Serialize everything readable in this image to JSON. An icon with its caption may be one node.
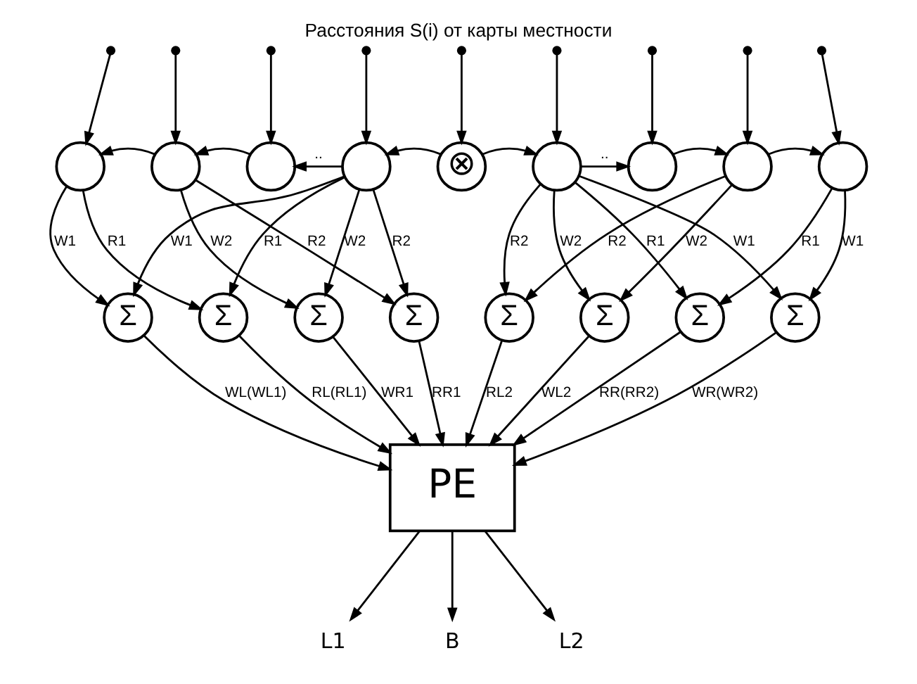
{
  "diagram": {
    "title": "Расстояния S(i) от карты местности",
    "nodes": [
      {
        "text": [],
        "shape": "circle"
      },
      {
        "text": [],
        "shape": "circle"
      },
      {
        "text": [],
        "shape": "circle"
      },
      {
        "text": [],
        "shape": "circle"
      },
      {
        "text": [
          "⊗"
        ]
      },
      {
        "text": [],
        "shape": "circle"
      },
      {
        "text": [],
        "shape": "circle"
      },
      {
        "text": [],
        "shape": "circle"
      },
      {
        "text": [],
        "shape": "circle"
      },
      {
        "text": [
          "Σ"
        ]
      },
      {
        "text": [
          "Σ"
        ]
      },
      {
        "text": [
          "Σ"
        ]
      },
      {
        "text": [
          "Σ"
        ]
      },
      {
        "text": [
          "Σ"
        ]
      },
      {
        "text": [
          "Σ"
        ]
      },
      {
        "text": [
          "Σ"
        ]
      },
      {
        "text": [
          "Σ"
        ]
      },
      {
        "text": [
          "PE"
        ]
      },
      {
        "text": [
          "L1"
        ]
      },
      {
        "text": [
          "B"
        ]
      },
      {
        "text": [
          "L2"
        ]
      }
    ],
    "edges": [
      {
        "from": null,
        "to": 0,
        "arrow": "to"
      },
      {
        "from": null,
        "to": 1,
        "arrow": "to"
      },
      {
        "from": null,
        "to": 2,
        "arrow": "to"
      },
      {
        "from": null,
        "to": 3,
        "arrow": "to"
      },
      {
        "from": null,
        "to": 4,
        "arrow": "to"
      },
      {
        "from": null,
        "to": 5,
        "arrow": "to"
      },
      {
        "from": null,
        "to": 6,
        "arrow": "to"
      },
      {
        "from": null,
        "to": 7,
        "arrow": "to"
      },
      {
        "from": null,
        "to": 8,
        "arrow": "to"
      },
      {
        "from": 4,
        "to": 3,
        "arrow": "to"
      },
      {
        "from": 3,
        "to": 2,
        "arrow": "to",
        "label": ".."
      },
      {
        "from": 2,
        "to": 1,
        "arrow": "to"
      },
      {
        "from": 1,
        "to": 0,
        "arrow": "to"
      },
      {
        "from": 4,
        "to": 5,
        "arrow": "to"
      },
      {
        "from": 5,
        "to": 6,
        "arrow": "to",
        "label": ".."
      },
      {
        "from": 6,
        "to": 7,
        "arrow": "to"
      },
      {
        "from": 7,
        "to": 8,
        "arrow": "to"
      },
      {
        "from": 0,
        "to": 9,
        "arrow": "to",
        "label": "W1"
      },
      {
        "from": 0,
        "to": 10,
        "arrow": "to",
        "label": "R1"
      },
      {
        "from": 1,
        "to": 11,
        "arrow": "to",
        "label": "W2"
      },
      {
        "from": 1,
        "to": 12,
        "arrow": "to",
        "label": "R2"
      },
      {
        "from": 3,
        "to": 9,
        "arrow": "to",
        "label": "W1"
      },
      {
        "from": 3,
        "to": 10,
        "arrow": "to",
        "label": "R1"
      },
      {
        "from": 3,
        "to": 11,
        "arrow": "to",
        "label": "W2"
      },
      {
        "from": 3,
        "to": 12,
        "arrow": "to",
        "label": "R2"
      },
      {
        "from": 5,
        "to": 13,
        "arrow": "to",
        "label": "R2"
      },
      {
        "from": 5,
        "to": 14,
        "arrow": "to",
        "label": "W2"
      },
      {
        "from": 5,
        "to": 15,
        "arrow": "to",
        "label": "R1"
      },
      {
        "from": 5,
        "to": 16,
        "arrow": "to",
        "label": "W1"
      },
      {
        "from": 7,
        "to": 13,
        "arrow": "to",
        "label": "R2"
      },
      {
        "from": 7,
        "to": 14,
        "arrow": "to",
        "label": "W2"
      },
      {
        "from": 8,
        "to": 15,
        "arrow": "to",
        "label": "R1"
      },
      {
        "from": 8,
        "to": 16,
        "arrow": "to",
        "label": "W1"
      },
      {
        "from": 9,
        "to": 17,
        "arrow": "to",
        "label": "WL(WL1)"
      },
      {
        "from": 10,
        "to": 17,
        "arrow": "to",
        "label": "RL(RL1)"
      },
      {
        "from": 11,
        "to": 17,
        "arrow": "to",
        "label": "WR1"
      },
      {
        "from": 12,
        "to": 17,
        "arrow": "to",
        "label": "RR1"
      },
      {
        "from": 13,
        "to": 17,
        "arrow": "to",
        "label": "RL2"
      },
      {
        "from": 14,
        "to": 17,
        "arrow": "to",
        "label": "WL2"
      },
      {
        "from": 15,
        "to": 17,
        "arrow": "to",
        "label": "RR(RR2)"
      },
      {
        "from": 16,
        "to": 17,
        "arrow": "to",
        "label": "WR(WR2)"
      },
      {
        "from": 17,
        "to": 18,
        "arrow": "to"
      },
      {
        "from": 17,
        "to": 19,
        "arrow": "to"
      },
      {
        "from": 17,
        "to": 20,
        "arrow": "to"
      }
    ]
  }
}
